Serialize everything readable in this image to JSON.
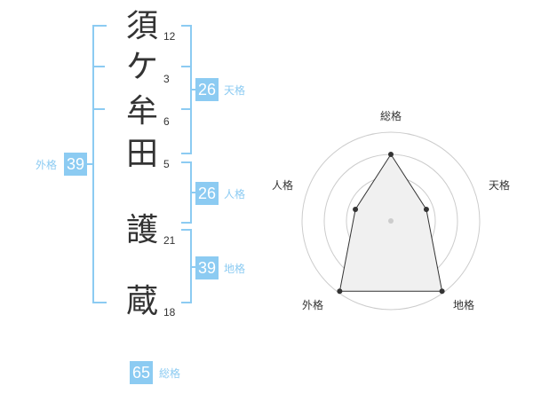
{
  "name": {
    "characters": [
      {
        "char": "須",
        "strokes": "12"
      },
      {
        "char": "ケ",
        "strokes": "3"
      },
      {
        "char": "牟",
        "strokes": "6"
      },
      {
        "char": "田",
        "strokes": "5"
      },
      {
        "char": "護",
        "strokes": "21"
      },
      {
        "char": "蔵",
        "strokes": "18"
      }
    ]
  },
  "fortunes": {
    "tenkaku": {
      "value": "26",
      "label": "天格"
    },
    "jinkaku": {
      "value": "26",
      "label": "人格"
    },
    "chikaku": {
      "value": "39",
      "label": "地格"
    },
    "gaikaku": {
      "value": "39",
      "label": "外格"
    },
    "soukaku": {
      "value": "65",
      "label": "総格"
    }
  },
  "colors": {
    "accent": "#8ccbf2",
    "text": "#333333",
    "radar_fill": "#f0f0f0",
    "radar_grid": "#cccccc"
  },
  "chart_data": {
    "type": "radar",
    "axes": [
      "総格",
      "天格",
      "地格",
      "外格",
      "人格"
    ],
    "values": [
      0.75,
      0.42,
      0.98,
      0.98,
      0.42
    ],
    "rings": 4
  }
}
